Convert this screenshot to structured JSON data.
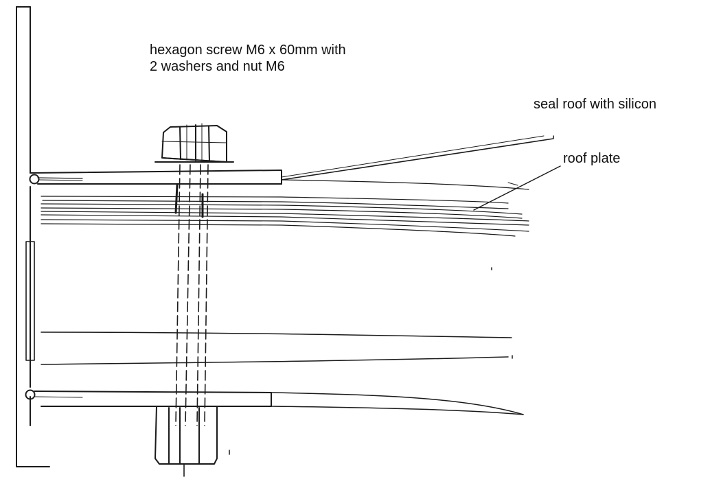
{
  "labels": {
    "screw_line_1": "hexagon screw M6 x 60mm with",
    "screw_line_2": "2 washers and nut M6",
    "seal": "seal roof with silicon",
    "roof_plate": "roof plate"
  },
  "colors": {
    "ink": "#1a1a1a",
    "label_text": "#111111",
    "background": "#ffffff"
  }
}
